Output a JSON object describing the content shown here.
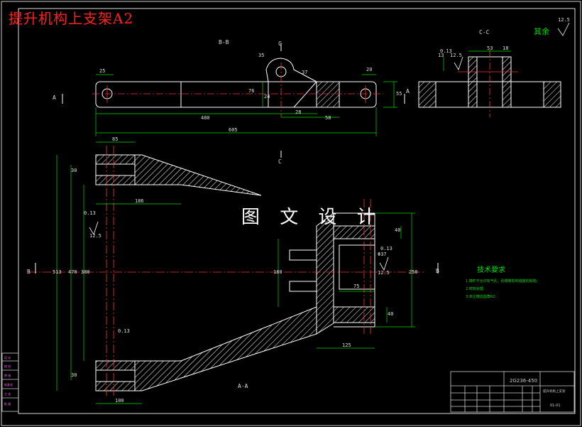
{
  "title": "提升机构上支架A2",
  "overlay": "图 文 设 计",
  "views": {
    "bb_label": "B-B",
    "cc_label": "C-C",
    "aa_label": "A-A"
  },
  "section_marks": {
    "a": "A",
    "b": "B",
    "c": "C"
  },
  "surface_note": "其余",
  "roughness": [
    "12.5",
    "12.5",
    "12.5",
    "12.5"
  ],
  "tolerance": {
    "t1": "0.13",
    "t2": "0.13",
    "t3": "0.13",
    "t4": "0.13"
  },
  "dims": {
    "d25": "25",
    "d20": "20",
    "d55": "55",
    "d76": "76",
    "d28": "28",
    "d58": "58",
    "d480": "480",
    "d605": "605",
    "d35": "35",
    "d37": "37",
    "d24": "24",
    "d53": "53",
    "d18": "18",
    "d13": "13",
    "d85": "85",
    "d30": "30",
    "d186": "186",
    "d513": "513",
    "d470": "470",
    "d380": "380",
    "d180": "180",
    "d250": "250",
    "d75": "75",
    "d125": "125",
    "d100": "100",
    "d30b": "30",
    "d40": "40",
    "d40b": "40",
    "phi37": "Φ37"
  },
  "tech_req": {
    "heading": "技术要求",
    "line1": "1.铸件不允许有气孔、砂眼等影响强度的缺陷;",
    "line2": "2.时效处理;",
    "line3": "3.未注铸造圆角R2."
  },
  "title_block": {
    "drawing_no": "2G236-450",
    "part_name": "提升机构上支架",
    "code": "01-01"
  },
  "side_table": [
    "设 计",
    "校 对",
    "审 核",
    "标准化",
    "工 艺",
    "批 准"
  ]
}
